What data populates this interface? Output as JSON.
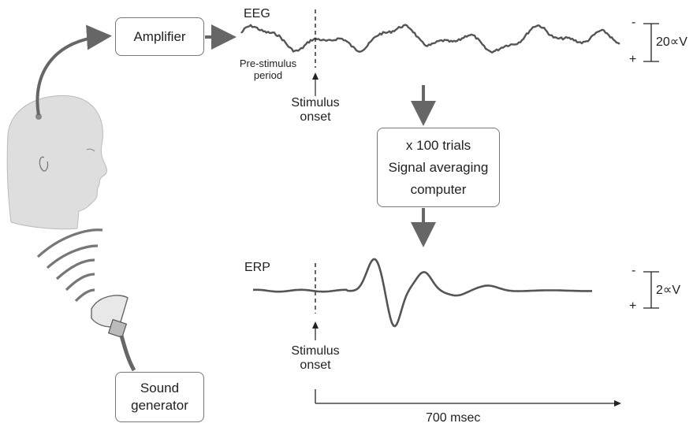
{
  "amplifier": {
    "label": "Amplifier"
  },
  "eeg": {
    "title": "EEG",
    "prestim_line1": "Pre-stimulus",
    "prestim_line2": "period",
    "stimulus_line1": "Stimulus",
    "stimulus_line2": "onset",
    "scale_minus": "-",
    "scale_plus": "+",
    "scale_value": "20∝V"
  },
  "averager": {
    "trials": "x 100 trials",
    "line1": "Signal averaging",
    "line2": "computer"
  },
  "erp": {
    "title": "ERP",
    "stimulus_line1": "Stimulus",
    "stimulus_line2": "onset",
    "scale_minus": "-",
    "scale_plus": "+",
    "scale_value": "2∝V"
  },
  "time_axis": {
    "label": "700 msec"
  },
  "sound_generator": {
    "line1": "Sound",
    "line2": "generator"
  },
  "colors": {
    "trace": "#555555",
    "arrow": "#666666",
    "skin": "#dcdcdc",
    "box_border": "#777777"
  }
}
